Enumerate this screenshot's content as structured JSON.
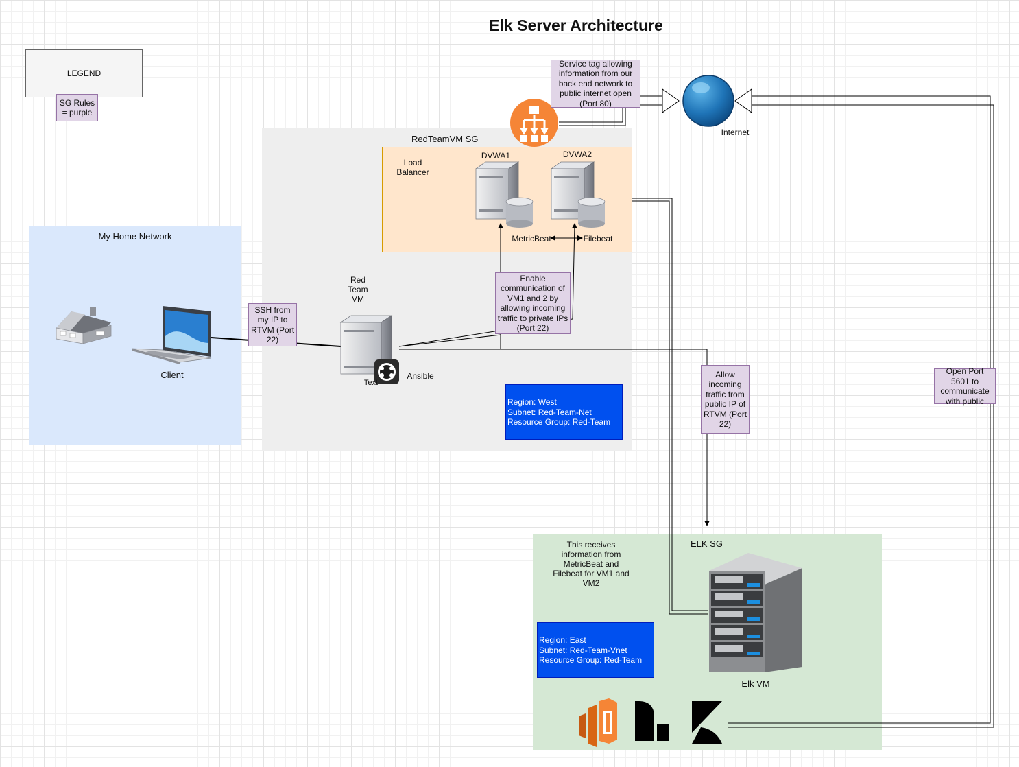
{
  "title": "Elk Server Architecture",
  "legend": {
    "title": "LEGEND",
    "note": "SG Rules = purple"
  },
  "groups": {
    "home": "My Home Network",
    "redteam_sg": "RedTeamVM SG",
    "elk_sg": "ELK SG"
  },
  "labels": {
    "load_balancer": "Load Balancer",
    "dvwa1": "DVWA1",
    "dvwa2": "DVWA2",
    "metricbeat": "MetricBeat",
    "filebeat": "Filebeat",
    "red_team_vm": "Red Team VM",
    "ansible": "Ansible",
    "ansible_text": "Text",
    "client": "Client",
    "internet": "Internet",
    "elk_vm": "Elk VM",
    "elk_receives": "This receives information from MetricBeat and Filebeat for VM1 and VM2"
  },
  "rules": {
    "service_tag": "Service tag allowing information from our back end network to public internet open (Port 80)",
    "ssh": "SSH from my IP to RTVM (Port 22)",
    "enable_comm": "Enable communication of VM1 and 2 by allowing incoming traffic to private IPs (Port 22)",
    "allow_incoming": "Allow incoming traffic from public IP of RTVM (Port 22)",
    "open_port": "Open Port 5601 to communicate with public"
  },
  "region_west": {
    "region": "Region: West",
    "subnet": "Subnet: Red-Team-Net",
    "rg": "Resource Group: Red-Team"
  },
  "region_east": {
    "region": "Region: East",
    "subnet": "Subnet: Red-Team-Vnet",
    "rg": "Resource Group: Red-Team"
  },
  "colors": {
    "rule_fill": "#e1d5e7",
    "region_fill": "#0050ef",
    "home_fill": "#dae8fc",
    "elk_fill": "#d5e8d4",
    "lb_fill": "#ffe6cc",
    "sg_fill": "#eeeeee",
    "lb_icon": "#f58536"
  },
  "icons": [
    "load-balancer-icon",
    "globe-icon",
    "house-icon",
    "laptop-icon",
    "server-icon",
    "database-icon",
    "ansible-icon",
    "rack-server-icon",
    "aws-elasticsearch-icon",
    "logstash-icon",
    "kibana-icon"
  ]
}
